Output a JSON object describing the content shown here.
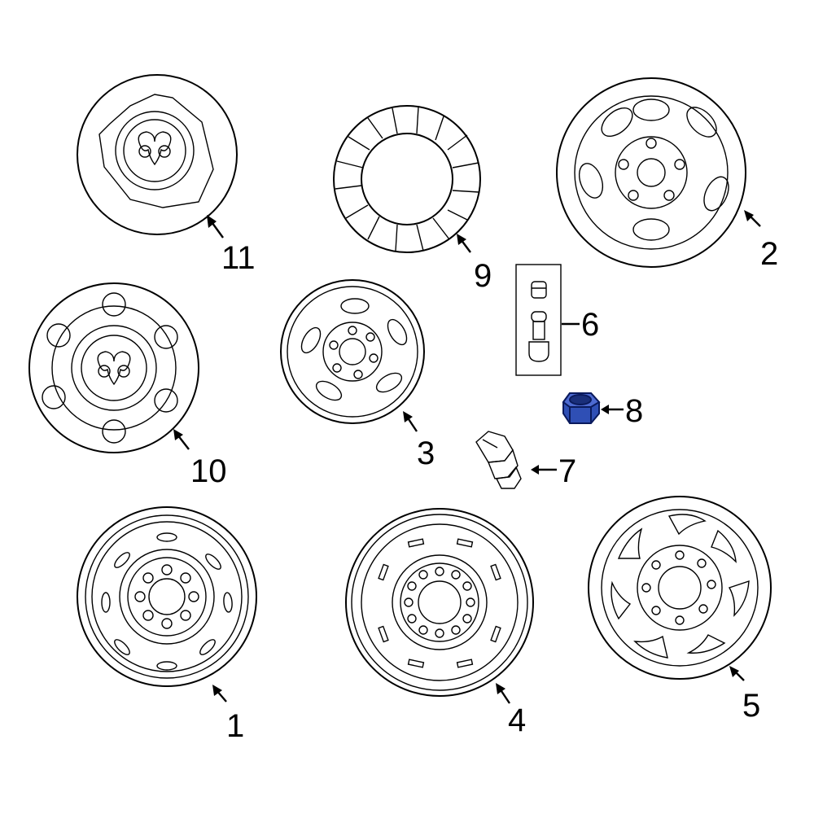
{
  "callouts": {
    "p1": "1",
    "p2": "2",
    "p3": "3",
    "p4": "4",
    "p5": "5",
    "p6": "6",
    "p7": "7",
    "p8": "8",
    "p9": "9",
    "p10": "10",
    "p11": "11"
  },
  "highlight_color": "#2f4fb5",
  "highlighted_part": "8"
}
